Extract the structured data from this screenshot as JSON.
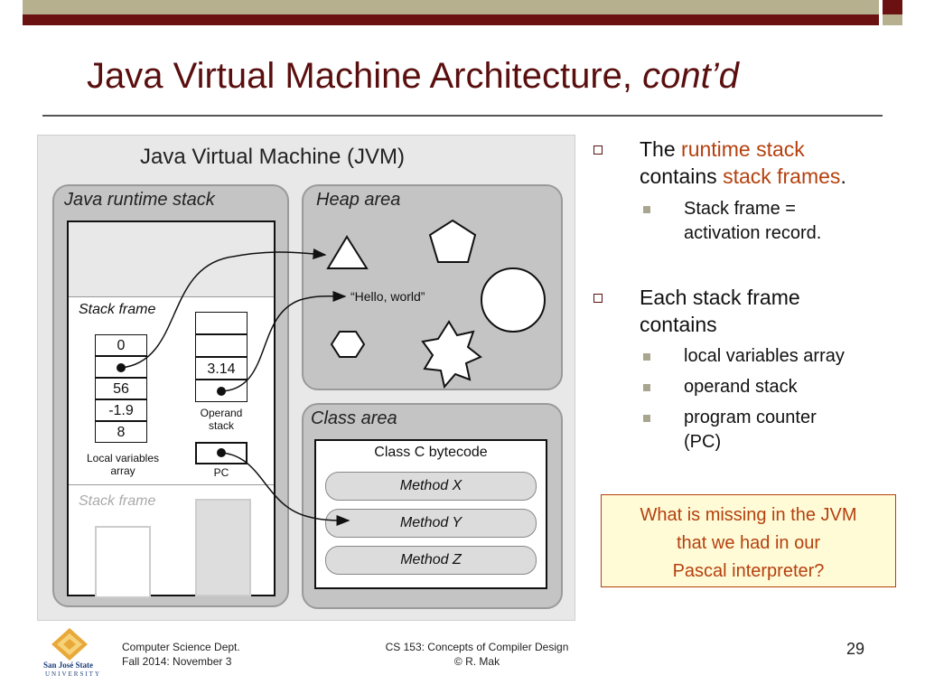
{
  "slide": {
    "title_main": "Java Virtual Machine Architecture, ",
    "title_italic": "cont’d"
  },
  "diagram": {
    "title": "Java Virtual Machine (JVM)",
    "runtime_stack_label": "Java runtime stack",
    "heap_label": "Heap area",
    "class_label": "Class area",
    "stack_frame_label": "Stack frame",
    "stack_frame_label_2": "Stack frame",
    "local_vars": [
      "0",
      "",
      "56",
      "-1.9",
      "8"
    ],
    "local_vars_caption_1": "Local variables",
    "local_vars_caption_2": "array",
    "operand_values": [
      "",
      "",
      "3.14",
      ""
    ],
    "operand_caption_1": "Operand",
    "operand_caption_2": "stack",
    "pc_caption": "PC",
    "hello_string": "“Hello, world”",
    "class_bytecode_title": "Class C bytecode",
    "methods": [
      "Method X",
      "Method Y",
      "Method Z"
    ]
  },
  "bullets": {
    "b1_part1": "The ",
    "b1_accent1": "runtime stack",
    "b1_part2": "contains ",
    "b1_accent2": "stack frames",
    "b1_part3": ".",
    "b1_sub1_line1": "Stack frame =",
    "b1_sub1_line2": "activation record.",
    "b2_line1": "Each stack frame",
    "b2_line2": "contains",
    "b2_sub": [
      "local variables array",
      "operand stack",
      "program counter"
    ],
    "b2_sub3_line2": "(PC)"
  },
  "question": {
    "line1": "What is missing in the JVM",
    "line2": "that we had in our",
    "line3": "Pascal interpreter?"
  },
  "footer": {
    "logo_line1": "San José State",
    "logo_line2": "UNIVERSITY",
    "dept": "Computer Science Dept.",
    "date": "Fall 2014: November 3",
    "course": "CS 153: Concepts of Compiler Design",
    "author": "© R. Mak",
    "page": "29"
  },
  "colors": {
    "title": "#5a0f0f",
    "accent": "#b5400e",
    "bar_tan": "#b7b08f",
    "bar_maroon": "#6b1112"
  }
}
